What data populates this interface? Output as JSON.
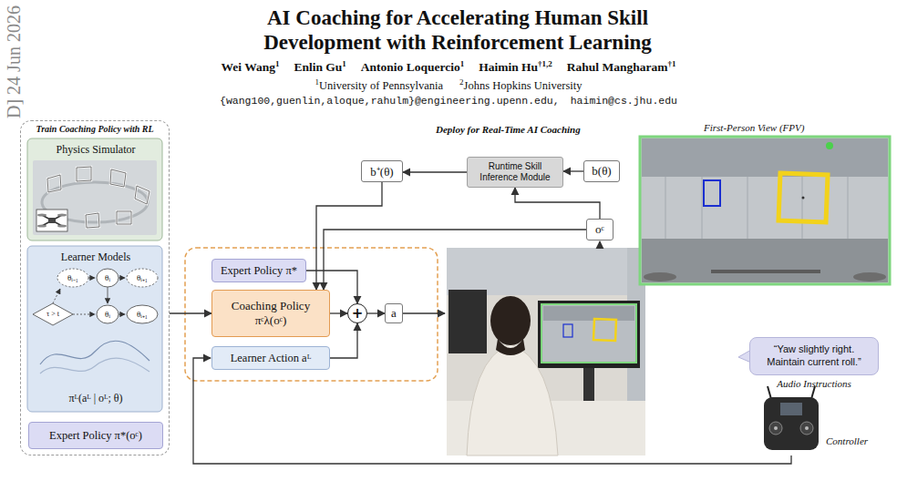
{
  "diagram": {
    "title": "AI Coaching for Accelerating Human Skill Development with Reinforcement Learning",
    "nodes": [
      {
        "text": [
          "Train Coaching Policy with RL"
        ]
      },
      {
        "text": [
          "Physics Simulator"
        ],
        "in": 0
      },
      {
        "text": [
          "Learner Models",
          "πᴸ(aᴸ | oᴸ; θ)"
        ],
        "in": 0
      },
      {
        "text": [
          "Expert Policy π*(oᶜ)"
        ],
        "in": 0
      },
      {
        "text": [
          "Expert Policy π*"
        ]
      },
      {
        "text": [
          "Coaching Policy",
          "πᶜλ(oᶜ)"
        ]
      },
      {
        "text": [
          "Learner Action aᴸ"
        ]
      },
      {
        "text": [
          "+"
        ]
      },
      {
        "text": [
          "a"
        ]
      },
      {
        "text": [
          "b⁺(θ)"
        ]
      },
      {
        "text": [
          "Runtime Skill Inference Module"
        ]
      },
      {
        "text": [
          "b(θ)"
        ]
      },
      {
        "text": [
          "oᶜ"
        ]
      },
      {
        "text": [
          "“Yaw slightly right. Maintain current roll.”",
          "Audio Instructions"
        ]
      }
    ],
    "edges": [
      {
        "from": 0,
        "to": 5,
        "arrow": "to"
      },
      {
        "from": 11,
        "to": 10,
        "arrow": "to"
      },
      {
        "from": 12,
        "to": 10,
        "arrow": "to"
      },
      {
        "from": 10,
        "to": 9,
        "arrow": "to"
      },
      {
        "from": 9,
        "to": 5,
        "arrow": "to"
      },
      {
        "from": 12,
        "to": 5,
        "arrow": "to"
      },
      {
        "from": 4,
        "to": 7,
        "arrow": "to"
      },
      {
        "from": 5,
        "to": 7,
        "arrow": "to"
      },
      {
        "from": 6,
        "to": 7,
        "arrow": "to"
      },
      {
        "from": 7,
        "to": 8,
        "arrow": "to"
      }
    ],
    "labels": [
      "Wei Wang",
      "1",
      "Enlin Gu",
      "1",
      "Antonio Loquercio",
      "1",
      "Haimin Hu",
      "†1,2",
      "Rahul Mangharam",
      "†1",
      "1",
      "University of Pennsylvania",
      "2",
      "Johns Hopkins University",
      "{wang100,guenlin,aloque,rahulm}@engineering.upenn.edu,",
      "haimin@cs.jhu.edu",
      "Deploy for Real-Time AI Coaching",
      "First-Person View (FPV)",
      "Controller",
      "D] 24 Jun 2026",
      "θᵢ₋₁",
      "θᵢ",
      "θᵢ₊₁",
      "θᵢ",
      "θᵢ₊₁",
      "τ > t"
    ]
  }
}
